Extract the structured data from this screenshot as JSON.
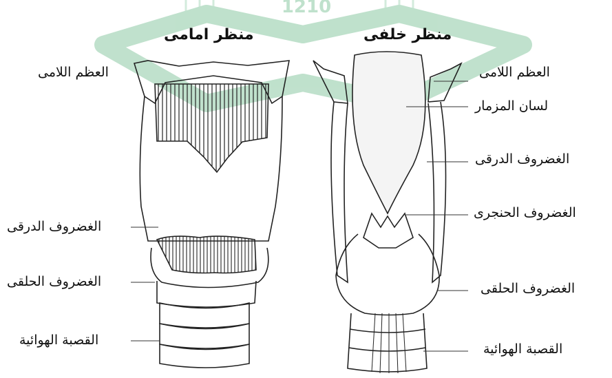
{
  "titles": {
    "front": "منظر امامى",
    "back": "منظر خلفى"
  },
  "front_labels": {
    "hyoid": "العظم اللامى",
    "thyroid": "الغضروف الدرقى",
    "cricoid": "الغضروف الحلقى",
    "trachea": "القصبة الهوائية"
  },
  "back_labels": {
    "hyoid": "العظم اللامى",
    "epiglottis": "لسان المزمار",
    "thyroid": "الغضروف الدرقى",
    "arytenoid": "الغضروف الحنجرى",
    "cricoid": "الغضروف الحلقى",
    "trachea": "القصبة الهوائية"
  },
  "watermark": {
    "text": "1210",
    "color": "#8cc9a4"
  }
}
